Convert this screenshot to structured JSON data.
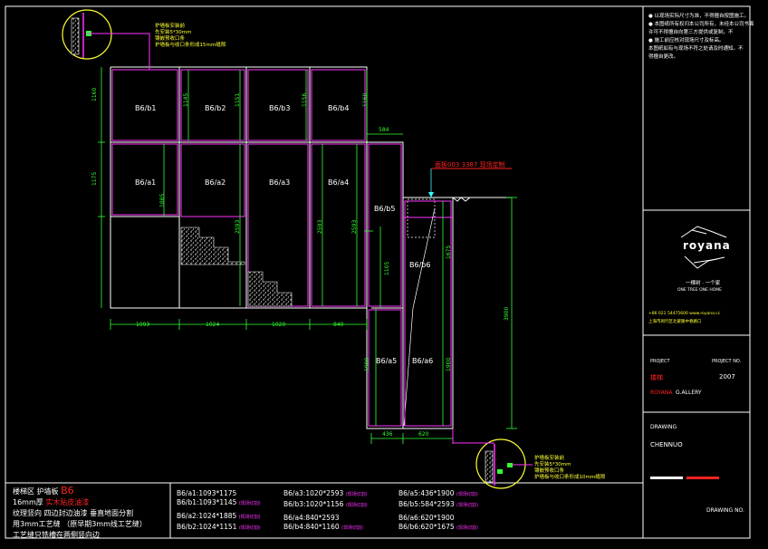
{
  "colors": {
    "background": "#000000",
    "outline": "#ffffff",
    "panel": "#ff33ff",
    "dim": "#33ff33",
    "note": "#ffff33",
    "alert": "#ff2222"
  },
  "callout_top": [
    "护墙板安装前",
    "先安装5*30mm",
    "镶嵌预收口条",
    "护墙板与收口条形成15mm缝隙"
  ],
  "callout_bottom": [
    "护墙板安装前",
    "先安装5*30mm",
    "镶嵌预收口条",
    "护墙板与收口条形成10mm缝隙"
  ],
  "red_note": "面板003 3387 现场定制",
  "panels": {
    "b1": "B6/b1",
    "b2": "B6/b2",
    "b3": "B6/b3",
    "b4": "B6/b4",
    "b5": "B6/b5",
    "b6": "B6/b6",
    "a1": "B6/a1",
    "a2": "B6/a2",
    "a3": "B6/a3",
    "a4": "B6/a4",
    "a5": "B6/a5",
    "a6": "B6/a6"
  },
  "dims": {
    "h1160": "1160",
    "h1175": "1175",
    "h1145": "1145",
    "h1151": "1151",
    "h1156": "1156",
    "h1160r": "1160",
    "h1885": "1885",
    "h2593": "2593",
    "h2593b": "2593",
    "h1105": "1105",
    "h1675": "1675",
    "h3900": "3900",
    "h1900a": "1900",
    "h1900b": "1900",
    "w584": "584",
    "w1093": "1093",
    "w1024": "1024",
    "w1020": "1020",
    "w840": "840",
    "w436": "436",
    "w620": "620"
  },
  "notes_right": [
    "● 以现场实际尺寸为准，不得擅自按图施工。",
    "● 本图纸所有权归本公司所有，未经本公司书面",
    "  许可不得擅自向第三方提供或复制。不",
    "● 施工前应核对现场尺寸及标高。",
    "  本图纸如有与现场不符之处请及时通知。不",
    "  得擅自更改。"
  ],
  "brand": {
    "logo": "royana",
    "slogan": "一棵树 · 一个家",
    "sub": "ONE TREE ONE HOME",
    "tel": "+86 021 54475600  www.royana.cc",
    "addr": "上海市闵行区北翟路中春路口"
  },
  "title_block": {
    "project_label": "PROJECT",
    "project_no_label": "PROJECT NO.",
    "project_name": "楼梯",
    "project_year": "2007",
    "gallery_brand": "ROYANA",
    "gallery_text": "G.ALLERY",
    "drawing_label": "DRAWING",
    "drawing_name": "CHENNUO",
    "drawing_no_label": "DRAWING NO."
  },
  "spec": {
    "line1a": "楼梯区 护墙板",
    "line1b": "B6",
    "line2a": "16mm厚",
    "line2b": "实木贴皮油漆",
    "line3": "纹理竖向 四边封边油漆 垂直地面分割",
    "line4": "用3mm工艺缝 （原早期3mm线工艺缝）",
    "line5": "工艺缝只铣槽在两侧竖向边"
  },
  "schedule": [
    {
      "size": "B6/a1:1093*1175"
    },
    {
      "size": "B6/b1:1093*1145",
      "tag": "(现场切割)"
    },
    {
      "size": "B6/a2:1024*1885",
      "tag": "(现场切割)"
    },
    {
      "size": "B6/b2:1024*1151",
      "tag": "(现场切割)"
    },
    {
      "size": "B6/a3:1020*2593",
      "tag": "(现场切割)"
    },
    {
      "size": "B6/b3:1020*1156",
      "tag": "(现场切割)"
    },
    {
      "size": "B6/a4:840*2593"
    },
    {
      "size": "B6/b4:840*1160",
      "tag": "(现场切割)"
    },
    {
      "size": "B6/a5:436*1900",
      "tag": "(现场切割)"
    },
    {
      "size": "B6/b5:584*2593",
      "tag": "(现场切割)"
    },
    {
      "size": "B6/a6:620*1900"
    },
    {
      "size": "B6/b6:620*1675",
      "tag": "(现场切割)"
    }
  ]
}
